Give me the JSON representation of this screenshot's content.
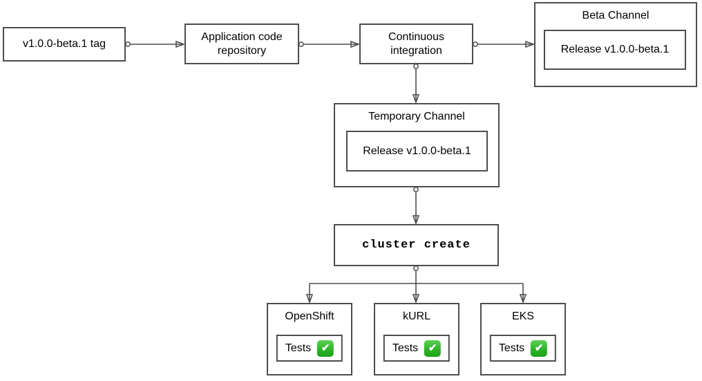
{
  "diagram": {
    "nodes": {
      "tag": {
        "label": "v1.0.0-beta.1 tag"
      },
      "repo": {
        "label": "Application code repository"
      },
      "ci": {
        "label": "Continuous integration"
      },
      "beta_channel": {
        "title": "Beta Channel",
        "release": "Release v1.0.0-beta.1"
      },
      "temp_channel": {
        "title": "Temporary Channel",
        "release": "Release v1.0.0-beta.1"
      },
      "cluster_create": {
        "label": "cluster create"
      },
      "platforms": [
        {
          "name": "OpenShift",
          "tests_label": "Tests",
          "check_icon": "✔"
        },
        {
          "name": "kURL",
          "tests_label": "Tests",
          "check_icon": "✔"
        },
        {
          "name": "EKS",
          "tests_label": "Tests",
          "check_icon": "✔"
        }
      ]
    },
    "colors": {
      "stroke": "#4d4d4d",
      "background": "#ffffff",
      "check_green": "#2fb32a",
      "text": "#000000"
    }
  }
}
